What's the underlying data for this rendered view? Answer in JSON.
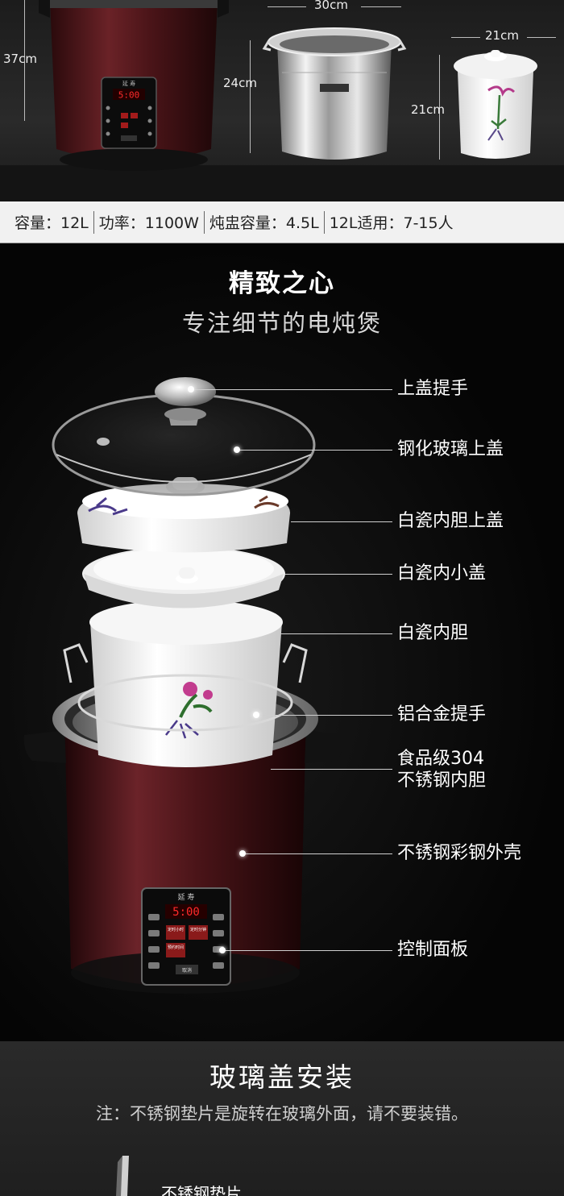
{
  "top": {
    "dims": {
      "cooker_height": "37cm",
      "pot_width": "30cm",
      "pot_height": "24cm",
      "crock_width": "21cm",
      "crock_height": "21cm"
    },
    "cooker_display": "5:00",
    "brand_text": "延 寿"
  },
  "specs": [
    "容量：12L",
    "功率：1100W",
    "炖盅容量：4.5L",
    "12L适用：7-15人"
  ],
  "main": {
    "title": "精致之心",
    "subtitle": "专注细节的电炖煲",
    "display": "5:00",
    "brand_text": "延 寿",
    "panel_buttons": [
      "定时小时",
      "定时分钟",
      "预约时间",
      "取消"
    ],
    "parts": [
      "上盖提手",
      "钢化玻璃上盖",
      "白瓷内胆上盖",
      "白瓷内小盖",
      "白瓷内胆",
      "铝合金提手",
      "食品级304",
      "不锈钢内胆",
      "不锈钢彩钢外壳",
      "控制面板"
    ]
  },
  "install": {
    "title": "玻璃盖安装",
    "note": "注：不锈钢垫片是旋转在玻璃外面，请不要装错。",
    "gasket_label": "不锈钢垫片"
  },
  "colors": {
    "cooker_body": "#4a1418",
    "spec_bar_bg": "#f1f1f1",
    "background": "#000000"
  }
}
